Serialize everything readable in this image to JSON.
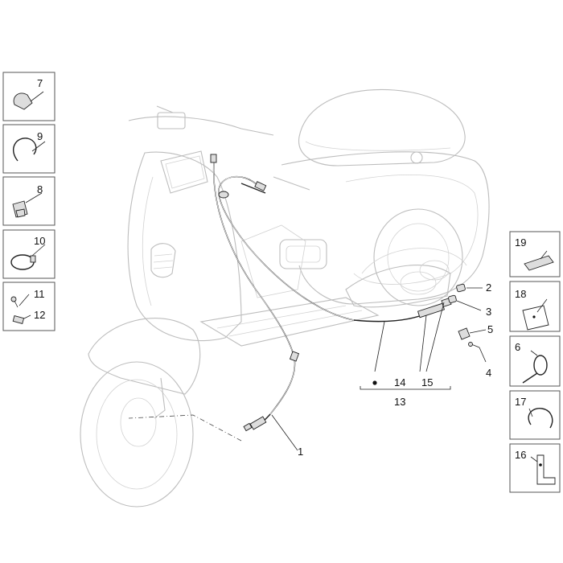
{
  "callouts": {
    "c1": "1",
    "c2": "2",
    "c3": "3",
    "c4": "4",
    "c5": "5",
    "c6": "6",
    "c7": "7",
    "c8": "8",
    "c9": "9",
    "c10": "10",
    "c11": "11",
    "c12": "12",
    "c13": "13",
    "c14": "14",
    "c15": "15",
    "c16": "16",
    "c17": "17",
    "c18": "18",
    "c19": "19"
  },
  "colors": {
    "line": "#222222",
    "ghost": "#bdbdbd",
    "box_border": "#555555"
  }
}
